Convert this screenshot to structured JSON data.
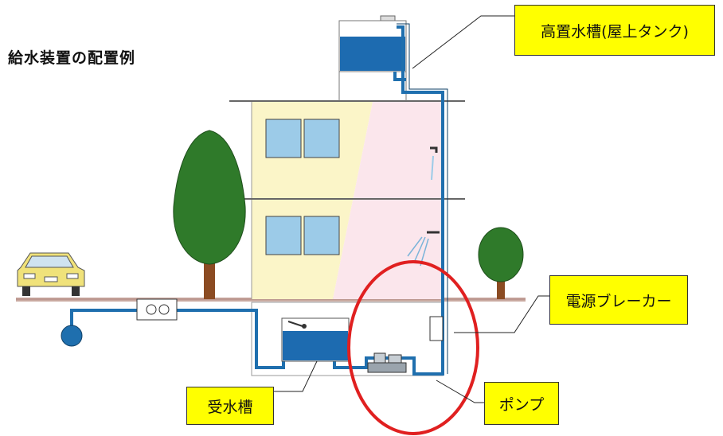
{
  "title": "給水装置の配置例",
  "labels": {
    "elevated_tank": "高置水槽(屋上タンク)",
    "breaker": "電源ブレーカー",
    "receiving_tank": "受水槽",
    "pump": "ポンプ"
  },
  "colors": {
    "callout": "#ffff00",
    "pipe": "#1f6fae",
    "tank_water": "#1d6bb0",
    "highlight_circle": "#e02020",
    "building_left": "#fbf5c8",
    "building_right": "#fbe6ec",
    "tree": "#2f7a2a"
  }
}
